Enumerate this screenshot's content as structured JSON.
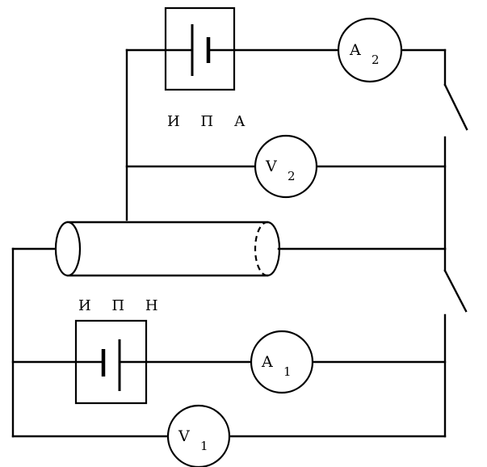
{
  "labels": {
    "source_upper": "И П А",
    "source_lower": "И П Н"
  },
  "meters": {
    "a2": {
      "letter": "A",
      "index": "2"
    },
    "v2": {
      "letter": "V",
      "index": "2"
    },
    "a1": {
      "letter": "A",
      "index": "1"
    },
    "v1": {
      "letter": "V",
      "index": "1"
    }
  }
}
